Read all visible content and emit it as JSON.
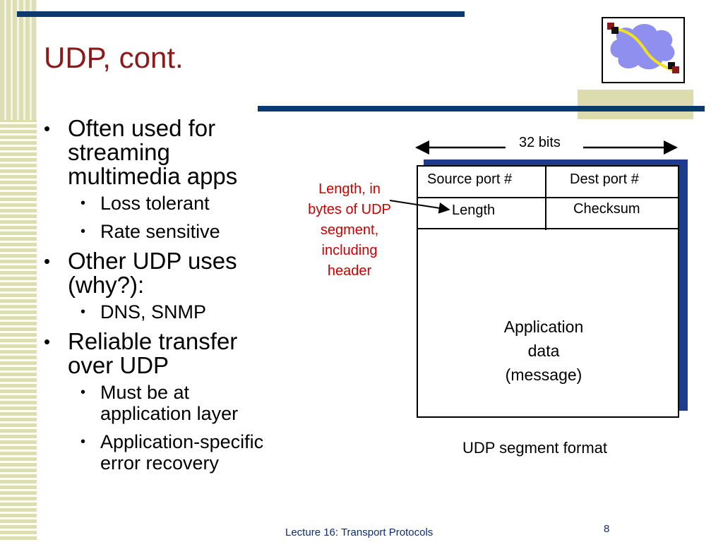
{
  "slide": {
    "title": "UDP, cont.",
    "bullets": [
      {
        "text": "Often used for streaming multimedia apps",
        "lines": [
          "Often used for",
          "streaming",
          "multimedia apps"
        ],
        "sub": [
          "Loss tolerant",
          "Rate sensitive"
        ]
      },
      {
        "text": "Other UDP uses (why?):",
        "lines": [
          "Other UDP uses",
          "(why?):"
        ],
        "sub": [
          "DNS, SNMP"
        ]
      },
      {
        "text": "Reliable transfer over UDP",
        "lines": [
          "Reliable transfer",
          "over UDP"
        ],
        "sub_lines": [
          [
            "Must be at",
            "application layer"
          ],
          [
            "Application-specific",
            "error recovery"
          ]
        ]
      }
    ],
    "bullet_char": "•"
  },
  "diagram": {
    "width_label": "32 bits",
    "header_row1": [
      "Source port #",
      "Dest port #"
    ],
    "header_row2": [
      "Length",
      "Checksum"
    ],
    "payload_lines": [
      "Application",
      "data",
      "(message)"
    ],
    "annotation_lines": [
      "Length, in",
      "bytes of UDP",
      "segment,",
      "including",
      "header"
    ],
    "caption": "UDP segment format",
    "colors": {
      "annotation": "#cc0000",
      "shadow": "#1d3c8a"
    }
  },
  "footer": {
    "lecture": "Lecture 16: Transport Protocols",
    "page": "8"
  },
  "theme": {
    "title_color": "#8b1a1a",
    "bar_color": "#0d3a6e",
    "stripe_color": "#ddddb0"
  }
}
